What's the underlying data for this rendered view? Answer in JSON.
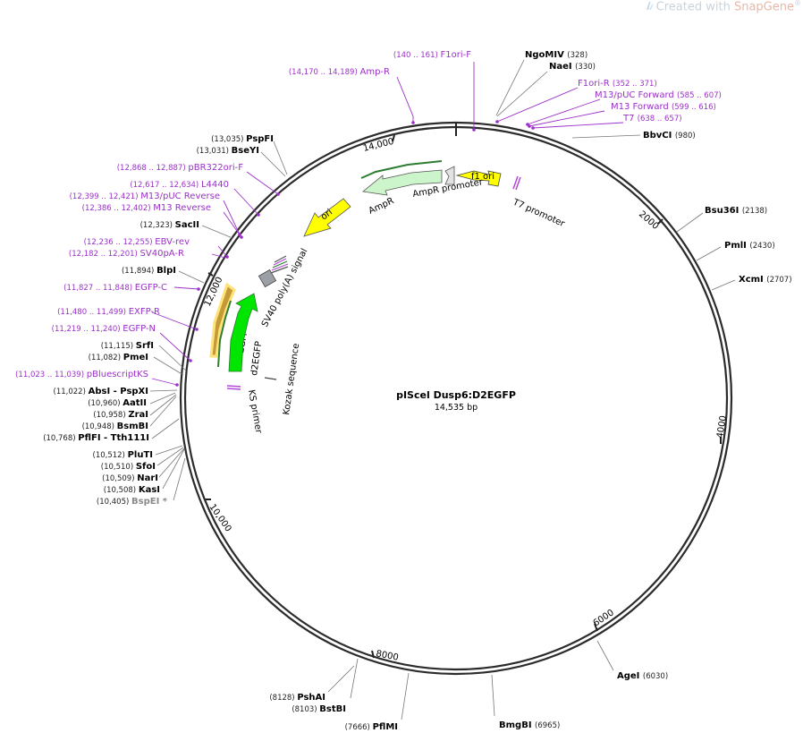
{
  "watermark": {
    "prefix": "Created with ",
    "brand": "SnapGene",
    "mark": "®"
  },
  "plasmid": {
    "name": "pIScel Dusp6:D2EGFP",
    "length_label": "14,535 bp",
    "length": 14535
  },
  "ticks": [
    {
      "label": "2000",
      "pos": 2000
    },
    {
      "label": "4000",
      "pos": 4000
    },
    {
      "label": "6000",
      "pos": 6000
    },
    {
      "label": "8000",
      "pos": 8000
    },
    {
      "label": "10,000",
      "pos": 10000
    },
    {
      "label": "12,000",
      "pos": 12000
    },
    {
      "label": "14,000",
      "pos": 14000
    }
  ],
  "enzymes": [
    {
      "name": "NgoMIV",
      "pos": "(328)",
      "side": "right",
      "style": "normal"
    },
    {
      "name": "NaeI",
      "pos": "(330)",
      "side": "right",
      "style": "normal"
    },
    {
      "name": "BbvCI",
      "pos": "(980)",
      "side": "right",
      "style": "normal"
    },
    {
      "name": "Bsu36I",
      "pos": "(2138)",
      "side": "right",
      "style": "normal"
    },
    {
      "name": "PmlI",
      "pos": "(2430)",
      "side": "right",
      "style": "normal"
    },
    {
      "name": "XcmI",
      "pos": "(2707)",
      "side": "right",
      "style": "normal"
    },
    {
      "name": "AgeI",
      "pos": "(6030)",
      "side": "right",
      "style": "normal"
    },
    {
      "name": "BmgBI",
      "pos": "(6965)",
      "side": "right",
      "style": "normal"
    },
    {
      "name": "PflMI",
      "pos": "(7666)",
      "side": "left",
      "style": "normal"
    },
    {
      "name": "BstBI",
      "pos": "(8103)",
      "side": "left",
      "style": "normal"
    },
    {
      "name": "PshAI",
      "pos": "(8128)",
      "side": "left",
      "style": "normal"
    },
    {
      "name": "BspEI *",
      "pos": "(10,405)",
      "side": "left",
      "style": "gray"
    },
    {
      "name": "KasI",
      "pos": "(10,508)",
      "side": "left",
      "style": "normal"
    },
    {
      "name": "NarI",
      "pos": "(10,509)",
      "side": "left",
      "style": "normal"
    },
    {
      "name": "SfoI",
      "pos": "(10,510)",
      "side": "left",
      "style": "normal"
    },
    {
      "name": "PluTI",
      "pos": "(10,512)",
      "side": "left",
      "style": "normal"
    },
    {
      "name": "PflFI  - Tth111I",
      "pos": "(10,768)",
      "side": "left",
      "style": "normal"
    },
    {
      "name": "BsmBI",
      "pos": "(10,948)",
      "side": "left",
      "style": "normal"
    },
    {
      "name": "ZraI",
      "pos": "(10,958)",
      "side": "left",
      "style": "normal"
    },
    {
      "name": "AatII",
      "pos": "(10,960)",
      "side": "left",
      "style": "normal"
    },
    {
      "name": "AbsI  - PspXI",
      "pos": "(11,022)",
      "side": "left",
      "style": "normal"
    },
    {
      "name": "PmeI",
      "pos": "(11,082)",
      "side": "left",
      "style": "normal"
    },
    {
      "name": "SrfI",
      "pos": "(11,115)",
      "side": "left",
      "style": "normal"
    },
    {
      "name": "BlpI",
      "pos": "(11,894)",
      "side": "left",
      "style": "normal"
    },
    {
      "name": "SacII",
      "pos": "(12,323)",
      "side": "left",
      "style": "normal"
    },
    {
      "name": "BseYI",
      "pos": "(13,031)",
      "side": "left",
      "style": "normal"
    },
    {
      "name": "PspFI",
      "pos": "(13,035)",
      "side": "left",
      "style": "normal"
    }
  ],
  "primers": [
    {
      "name": "F1ori-F",
      "range": "(140 .. 161)",
      "side": "left"
    },
    {
      "name": "Amp-R",
      "range": "(14,170 .. 14,189)",
      "side": "left"
    },
    {
      "name": "F1ori-R",
      "range": "(352 .. 371)",
      "side": "right"
    },
    {
      "name": "M13/pUC Forward",
      "range": "(585 .. 607)",
      "side": "right"
    },
    {
      "name": "M13 Forward",
      "range": "(599 .. 616)",
      "side": "right"
    },
    {
      "name": "T7",
      "range": "(638 .. 657)",
      "side": "right"
    },
    {
      "name": "pBR322ori-F",
      "range": "(12,868 .. 12,887)",
      "side": "left"
    },
    {
      "name": "L4440",
      "range": "(12,617 .. 12,634)",
      "side": "left"
    },
    {
      "name": "M13/pUC Reverse",
      "range": "(12,399 .. 12,421)",
      "side": "left"
    },
    {
      "name": "M13 Reverse",
      "range": "(12,386 .. 12,402)",
      "side": "left"
    },
    {
      "name": "EBV-rev",
      "range": "(12,236 .. 12,255)",
      "side": "left"
    },
    {
      "name": "SV40pA-R",
      "range": "(12,182 .. 12,201)",
      "side": "left"
    },
    {
      "name": "EGFP-C",
      "range": "(11,827 .. 11,848)",
      "side": "left"
    },
    {
      "name": "EXFP-R",
      "range": "(11,480 .. 11,499)",
      "side": "left"
    },
    {
      "name": "EGFP-N",
      "range": "(11,219 .. 11,240)",
      "side": "left"
    },
    {
      "name": "pBluescriptKS",
      "range": "(11,023 .. 11,039)",
      "side": "left"
    }
  ],
  "features": [
    {
      "name": "f1 ori",
      "color": "#ffff00"
    },
    {
      "name": "AmpR promoter",
      "color": "#e2e2e2"
    },
    {
      "name": "AmpR",
      "color": "#ccf5cc"
    },
    {
      "name": "ori",
      "color": "#ffff00"
    },
    {
      "name": "T7 promoter",
      "color": "#b348d6"
    },
    {
      "name": "SV40 poly(A) signal",
      "color": "#9aa0a6"
    },
    {
      "name": "EGFP",
      "color": "#c49a36"
    },
    {
      "name": "d2EGFP",
      "color": "#00e600"
    },
    {
      "name": "Kozak sequence",
      "color": "#444444"
    },
    {
      "name": "KS primer",
      "color": "#b348d6"
    }
  ],
  "colors": {
    "primer": "#9b30c9",
    "enzyme": "#000000",
    "enzyme_muted": "#8a8a8a",
    "backbone": "#2b2b2b"
  }
}
